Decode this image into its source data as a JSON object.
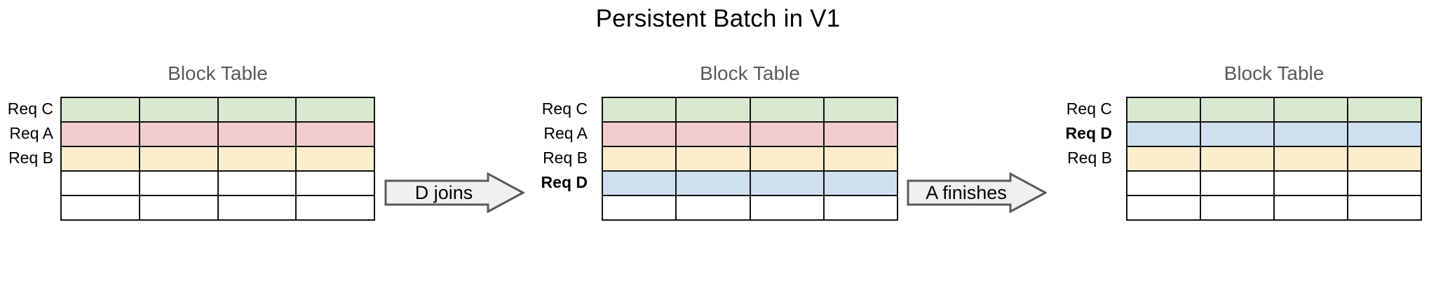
{
  "title": "Persistent Batch in V1",
  "colors": {
    "green": "#d9e8d0",
    "red": "#f2cdcd",
    "yellow": "#fceecd",
    "blue": "#cfdff0",
    "empty": "#ffffff",
    "border": "#111111",
    "caption": "#5a5a5a",
    "arrow_fill": "#f0f0f0",
    "arrow_stroke": "#5a5a5a"
  },
  "stages": [
    {
      "id": "stage-1",
      "caption": "Block Table",
      "columns": 4,
      "rows": [
        {
          "label": "Req C",
          "bold": false,
          "color": "green"
        },
        {
          "label": "Req A",
          "bold": false,
          "color": "red"
        },
        {
          "label": "Req B",
          "bold": false,
          "color": "yellow"
        },
        {
          "label": "",
          "bold": false,
          "color": "empty"
        },
        {
          "label": "",
          "bold": false,
          "color": "empty"
        }
      ]
    },
    {
      "id": "stage-2",
      "caption": "Block Table",
      "columns": 4,
      "rows": [
        {
          "label": "Req C",
          "bold": false,
          "color": "green"
        },
        {
          "label": "Req A",
          "bold": false,
          "color": "red"
        },
        {
          "label": "Req B",
          "bold": false,
          "color": "yellow"
        },
        {
          "label": "Req D",
          "bold": true,
          "color": "blue"
        },
        {
          "label": "",
          "bold": false,
          "color": "empty"
        }
      ]
    },
    {
      "id": "stage-3",
      "caption": "Block Table",
      "columns": 4,
      "rows": [
        {
          "label": "Req C",
          "bold": false,
          "color": "green"
        },
        {
          "label": "Req D",
          "bold": true,
          "color": "blue"
        },
        {
          "label": "Req B",
          "bold": false,
          "color": "yellow"
        },
        {
          "label": "",
          "bold": false,
          "color": "empty"
        },
        {
          "label": "",
          "bold": false,
          "color": "empty"
        }
      ]
    }
  ],
  "arrows": [
    {
      "id": "arrow-d-joins",
      "label": "D joins"
    },
    {
      "id": "arrow-a-finishes",
      "label": "A finishes"
    }
  ]
}
